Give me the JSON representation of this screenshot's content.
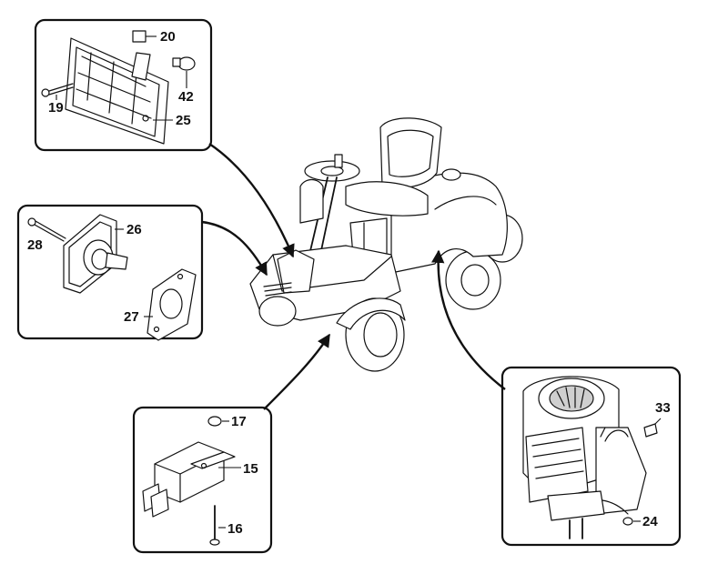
{
  "diagram": {
    "labels": {
      "p20": "20",
      "p42": "42",
      "p19": "19",
      "p25": "25",
      "p26": "26",
      "p28": "28",
      "p27": "27",
      "p17": "17",
      "p15": "15",
      "p16": "16",
      "p33": "33",
      "p24": "24"
    }
  }
}
